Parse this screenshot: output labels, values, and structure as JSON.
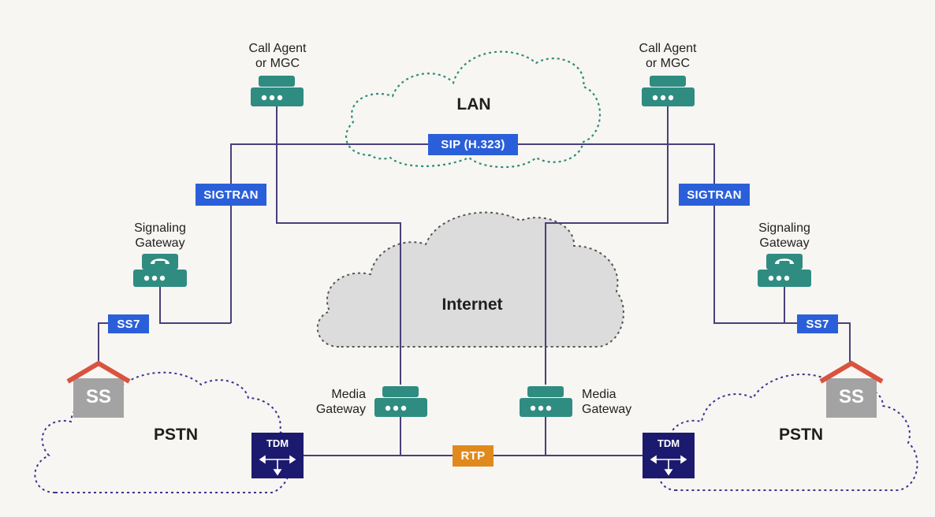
{
  "clouds": {
    "lan": "LAN",
    "internet": "Internet",
    "pstn_left": "PSTN",
    "pstn_right": "PSTN"
  },
  "devices": {
    "call_agent_left": "Call Agent\nor MGC",
    "call_agent_right": "Call Agent\nor MGC",
    "signaling_gateway_left": "Signaling\nGateway",
    "signaling_gateway_right": "Signaling\nGateway",
    "media_gateway_left": "Media\nGateway",
    "media_gateway_right": "Media\nGateway",
    "switch_left": "SS",
    "switch_right": "SS",
    "tdm_left": "TDM",
    "tdm_right": "TDM"
  },
  "protocols": {
    "sip": "SIP (H.323)",
    "sigtran_left": "SIGTRAN",
    "sigtran_right": "SIGTRAN",
    "ss7_left": "SS7",
    "ss7_right": "SS7",
    "rtp": "RTP"
  },
  "colors": {
    "background": "#f8f6f2",
    "link_line": "#4a3f7a",
    "device_teal": "#2f8c81",
    "protocol_blue": "#2b5fd9",
    "rtp_orange": "#e08a1e",
    "tdm_navy": "#1c1a6e",
    "switch_gray": "#a3a3a3",
    "roof_red": "#d9533f",
    "internet_fill": "#dcdcdc"
  },
  "icons": [
    "gateway-box-icon",
    "telephone-icon",
    "house-icon",
    "tdm-arrows-icon",
    "cloud-icon"
  ]
}
